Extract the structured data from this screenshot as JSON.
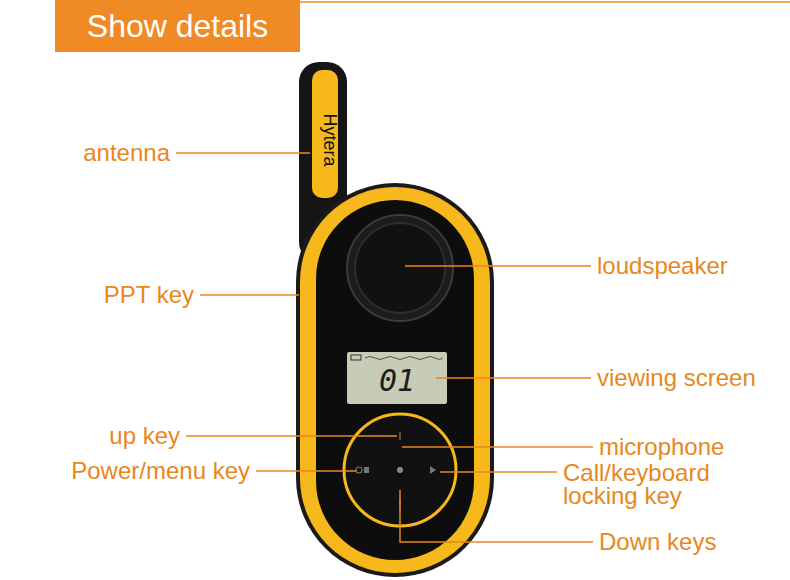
{
  "diagram": {
    "title": "Show details",
    "labels": [
      "Hytera",
      "01",
      "antenna",
      "PPT key",
      "loudspeaker",
      "viewing screen",
      "up key",
      "microphone",
      "Power/menu key",
      "Call/keyboard locking key",
      "Down keys"
    ]
  }
}
